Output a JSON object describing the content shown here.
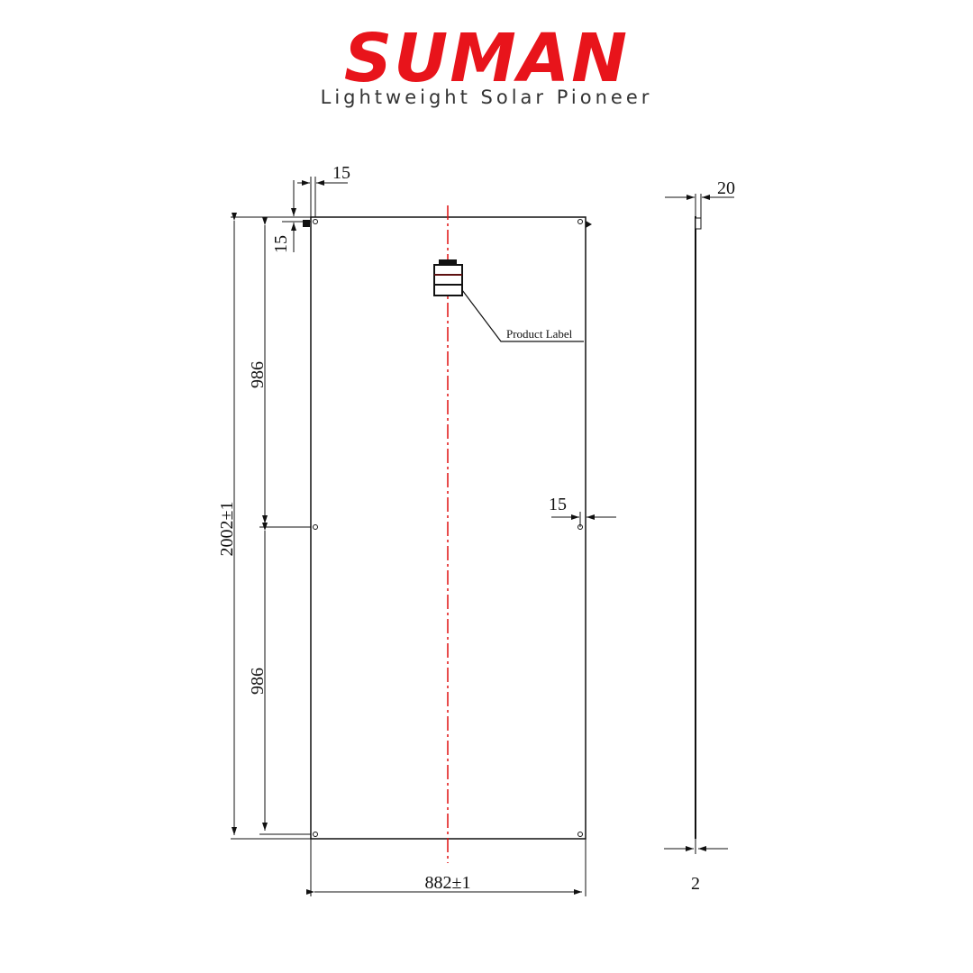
{
  "brand": {
    "name": "SUMAN",
    "tagline": "Lightweight Solar Pioneer",
    "color": "#e8141b"
  },
  "drawing": {
    "callout_label": "Product Label",
    "dimensions": {
      "top_left_horizontal": "15",
      "top_left_vertical": "15",
      "upper_hole_spacing": "986",
      "lower_hole_spacing": "986",
      "overall_height": "2002±1",
      "overall_width": "882±1",
      "right_edge_offset": "15",
      "side_top": "20",
      "thickness": "2"
    },
    "colors": {
      "line": "#111111",
      "centerline": "#e01010"
    }
  }
}
